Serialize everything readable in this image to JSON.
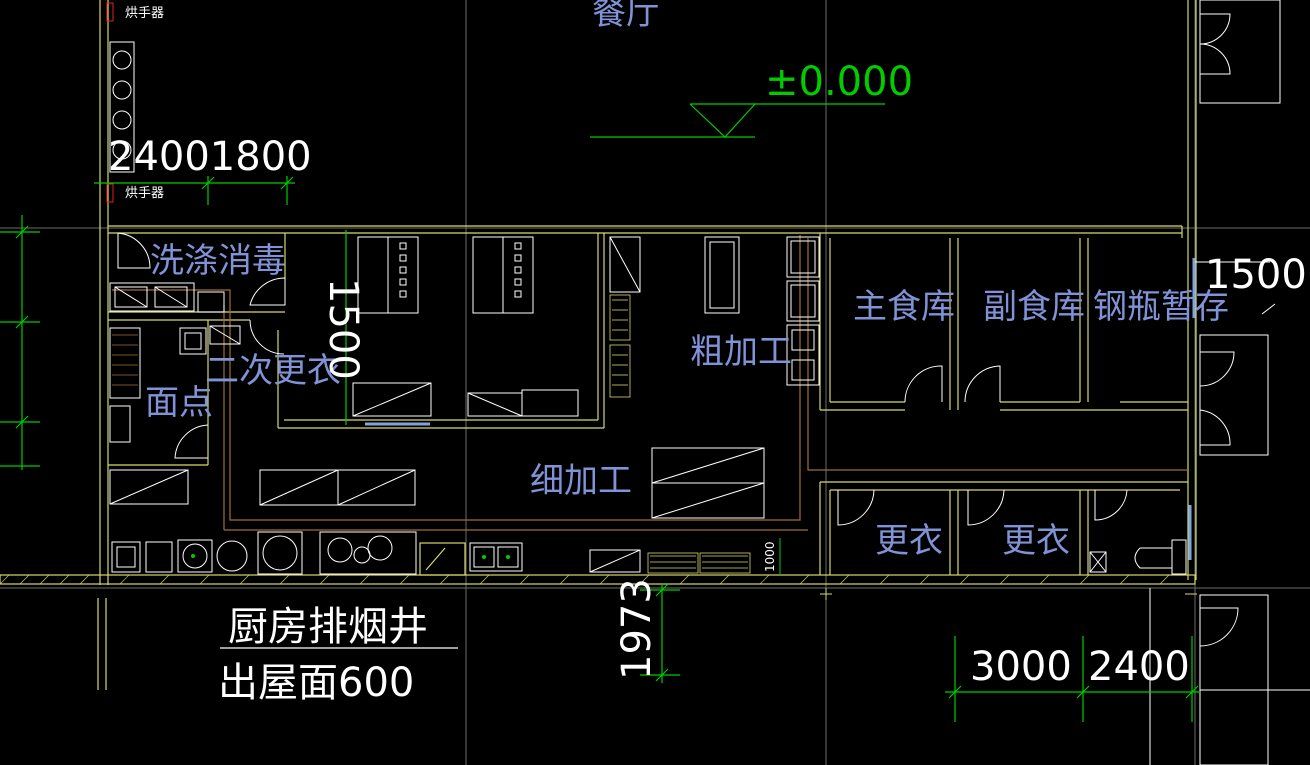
{
  "drawing": {
    "top_label": "餐厅",
    "elevation_mark": "±0.000",
    "hand_dryer_top": "烘手器",
    "hand_dryer_bottom": "烘手器",
    "dims": {
      "d2400_1800": "24001800",
      "d1500_right": "1500",
      "d1500_vert": "1500",
      "d1973": "1973",
      "d1000": "1000",
      "d3000": "3000",
      "d2400": "2400"
    },
    "rooms": {
      "wash": "洗涤消毒",
      "change2": "二次更衣",
      "pastry": "面点",
      "rough": "粗加工",
      "fine": "细加工",
      "staple": "主食库",
      "nonstaple": "副食库",
      "gas": "钢瓶暂存",
      "change_a": "更衣",
      "change_b": "更衣"
    },
    "chimney_line1": "厨房排烟井",
    "chimney_line2": "出屋面600"
  },
  "colors": {
    "background": "#000000",
    "wall": "#d9d96a",
    "dim": "#00cc00",
    "text_blue": "#7f93d6",
    "line_white": "#ffffff",
    "grid": "#6b6b6b",
    "accent_brown": "#a07030"
  }
}
